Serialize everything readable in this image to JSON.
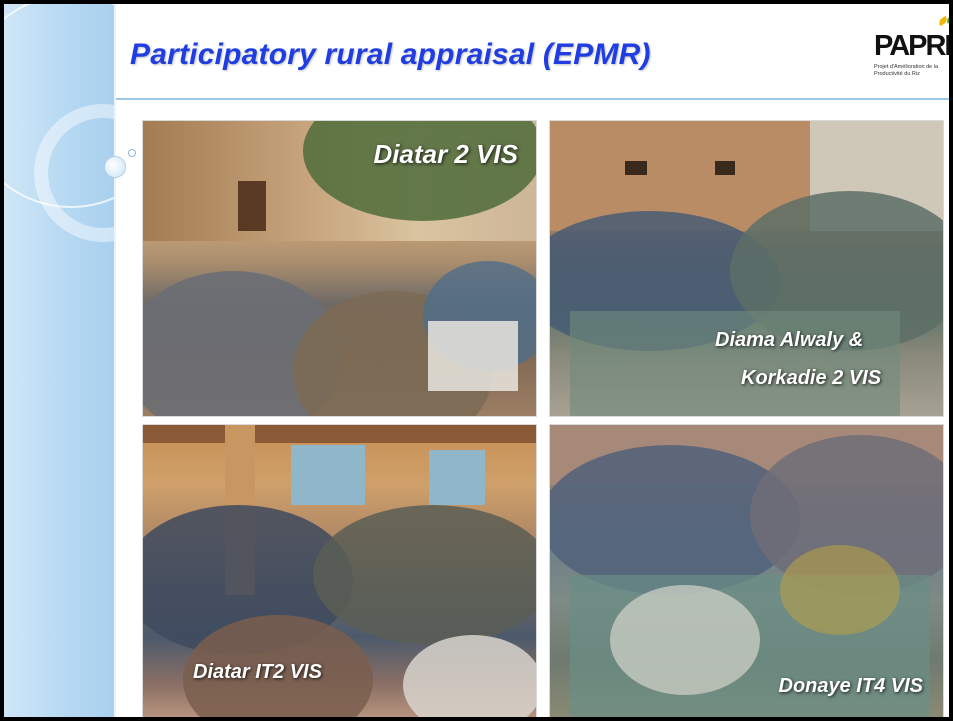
{
  "slide": {
    "title": "Participatory rural appraisal (EPMR)"
  },
  "logo": {
    "name": "PAPRIZ",
    "subtitle": "Projet d'Amélioration de la Productivité du Riz",
    "leaf_colors": [
      "#f2b705",
      "#4caf2a"
    ]
  },
  "photos": [
    {
      "caption_lines": [
        "Diatar 2 VIS"
      ]
    },
    {
      "caption_lines": [
        "Diama Alwaly &",
        "Korkadie 2 VIS"
      ]
    },
    {
      "caption_lines": [
        "Diatar IT2 VIS"
      ]
    },
    {
      "caption_lines": [
        "Donaye IT4 VIS"
      ]
    }
  ],
  "colors": {
    "title": "#1f3de0",
    "sidebar": "#b7d9f2",
    "rule": "#9ec8e8",
    "caption": "#ffffff"
  }
}
